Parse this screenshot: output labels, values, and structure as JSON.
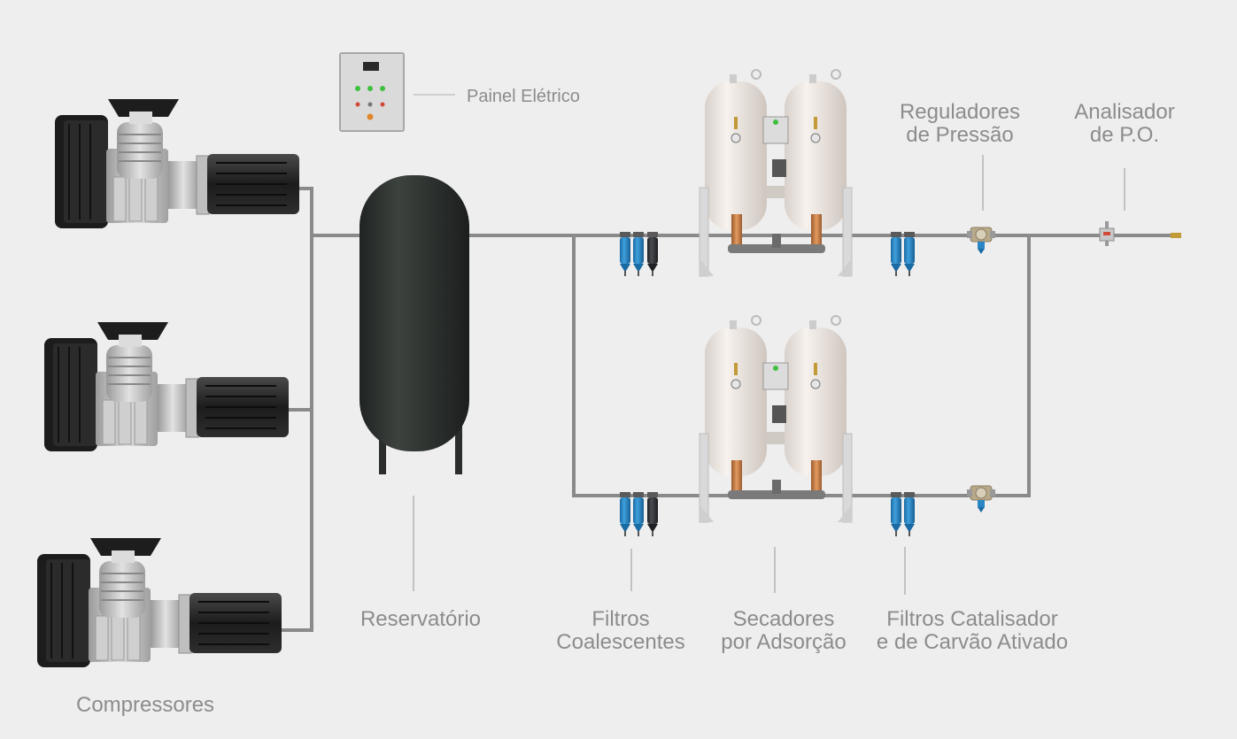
{
  "labels": {
    "panel": "Painel Elétrico",
    "regulators": [
      "Reguladores",
      "de Pressão"
    ],
    "analyzer": [
      "Analisador",
      "de P.O."
    ],
    "reservoir": "Reservatório",
    "coalescent": [
      "Filtros",
      "Coalescentes"
    ],
    "dryers": [
      "Secadores",
      "por Adsorção"
    ],
    "catalyst": [
      "Filtros Catalisador",
      "e de Carvão Ativado"
    ],
    "compressors": "Compressores"
  },
  "colors": {
    "background": "#eeeeee",
    "text": "#8c8c8c",
    "pipe": "#8a8a8a",
    "tank": "#2f3331",
    "filter_blue": "#2a86c4",
    "filter_dark": "#2d2f33",
    "dryer_body": "#efe8e2",
    "copper": "#c07a45"
  },
  "icons": [
    "compressor-icon",
    "electrical-panel-icon",
    "reservoir-tank-icon",
    "filter-icon",
    "adsorption-dryer-icon",
    "pressure-regulator-icon",
    "dew-point-analyzer-icon"
  ]
}
